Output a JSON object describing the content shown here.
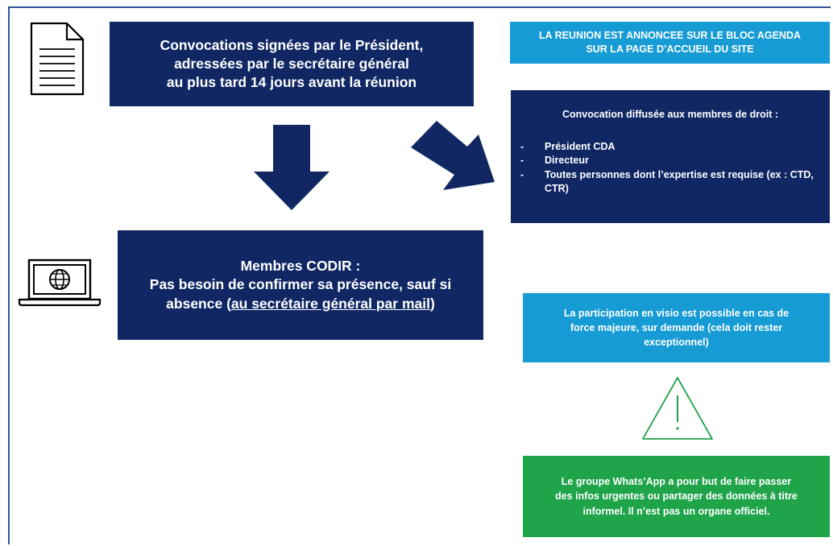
{
  "convocations": {
    "lines": [
      "Convocations signées par le Président,",
      "adressées par le secrétaire général",
      "au plus tard 14 jours avant la réunion"
    ]
  },
  "codir": {
    "line1": "Membres CODIR :",
    "line2": "Pas besoin de confirmer sa présence, sauf si",
    "line3_prefix": "absence (",
    "line3_link": "au secrétaire général par mail",
    "line3_suffix": ")"
  },
  "agenda": {
    "lines": [
      "LA REUNION EST ANNONCEE SUR LE BLOC AGENDA",
      "SUR LA PAGE D’ACCUEIL DU SITE"
    ]
  },
  "diffusion": {
    "heading": "Convocation diffusée aux membres de droit :",
    "items": [
      "Président CDA",
      "Directeur",
      "Toutes personnes dont l’expertise est requise (ex : CTD, CTR)"
    ]
  },
  "visio": {
    "lines": [
      "La participation en visio est possible en cas de",
      "force majeure, sur demande (cela doit rester",
      "exceptionnel)"
    ]
  },
  "whatsapp": {
    "lines": [
      "Le groupe Whats’App a pour but de faire passer",
      "des infos urgentes ou partager des données à titre",
      "informel. Il n’est pas un organe officiel."
    ]
  },
  "colors": {
    "navy": "#102764",
    "cyan": "#169bd5",
    "green": "#1fa44a",
    "frame": "#2e5597"
  },
  "icons": [
    "document-icon",
    "laptop-globe-icon",
    "warning-icon",
    "arrow-down-icon",
    "arrow-diagonal-icon"
  ]
}
